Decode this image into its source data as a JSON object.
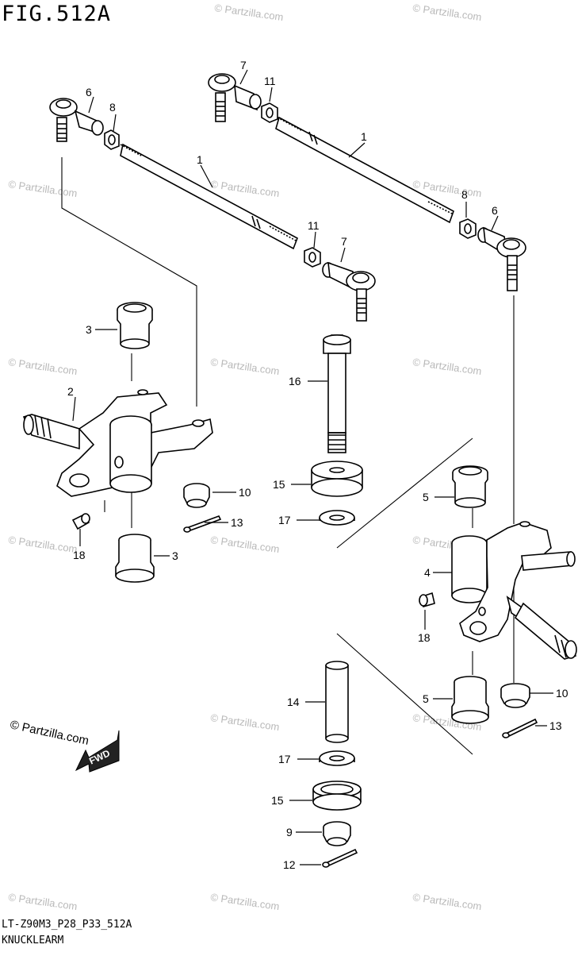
{
  "header": {
    "figure_title": "FIG.512A"
  },
  "footer": {
    "code": "LT-Z90M3_P28_P33_512A",
    "name": "KNUCKLEARM"
  },
  "watermark": {
    "text": "© Partzilla.com",
    "color": "#b9b9b9"
  },
  "fwd_label": "FWD",
  "callouts": [
    "6",
    "8",
    "1",
    "7",
    "11",
    "1",
    "8",
    "6",
    "11",
    "7",
    "3",
    "2",
    "16",
    "15",
    "17",
    "5",
    "10",
    "13",
    "18",
    "3",
    "4",
    "18",
    "14",
    "5",
    "10",
    "13",
    "17",
    "15",
    "9",
    "12"
  ]
}
